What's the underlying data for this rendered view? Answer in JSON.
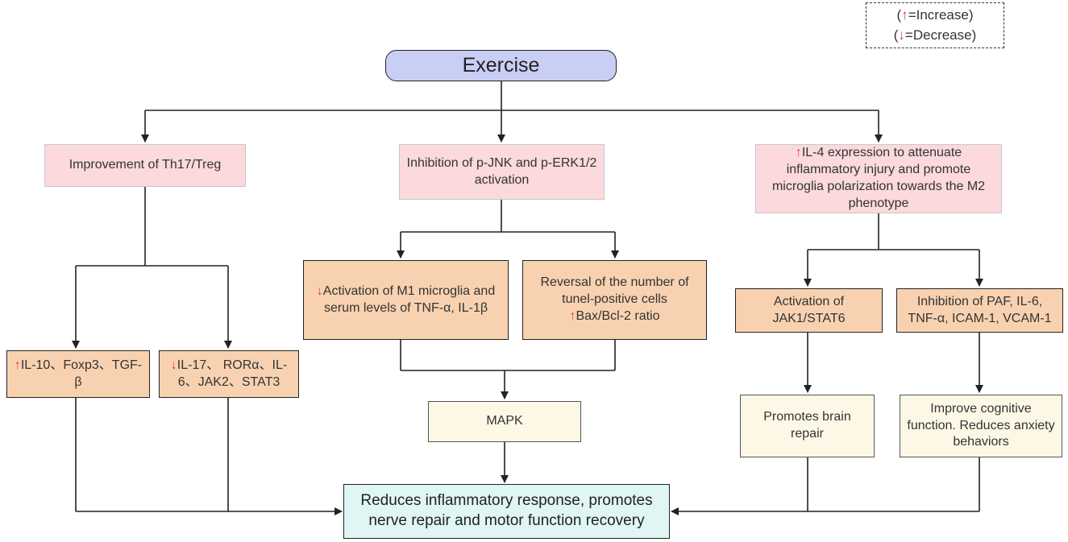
{
  "legend": {
    "increase": {
      "open": "(",
      "arrow": "↑",
      "text": "=Increase)"
    },
    "decrease": {
      "open": "(",
      "arrow": "↓",
      "text": "=Decrease)"
    }
  },
  "nodes": {
    "exercise": "Exercise",
    "th17": "Improvement of Th17/Treg",
    "jnk": "Inhibition of p-JNK and p-ERK1/2 activation",
    "il4": {
      "arrow": "↑",
      "text": "IL-4 expression to attenuate inflammatory injury and promote microglia polarization towards the M2 phenotype"
    },
    "il10": {
      "arrow": "↑",
      "text": "IL-10、Foxp3、TGF-β"
    },
    "il17": {
      "arrow": "↓",
      "text": "IL-17、 RORα、IL-6、JAK2、STAT3"
    },
    "m1": {
      "arrow": "↓",
      "text": "Activation of M1 microglia and serum levels of TNF-α, IL-1β"
    },
    "tunel": {
      "text": "Reversal of the number of tunel-positive cells",
      "arrow": "↑",
      "text2": "Bax/Bcl-2 ratio"
    },
    "jak1": "Activation of JAK1/STAT6",
    "paf": "Inhibition of PAF, IL-6, TNF-α, ICAM-1, VCAM-1",
    "mapk": "MAPK",
    "brain": "Promotes brain repair",
    "cognitive": "Improve cognitive function. Reduces anxiety behaviors",
    "outcome": "Reduces inflammatory response, promotes nerve repair and motor function recovery"
  }
}
